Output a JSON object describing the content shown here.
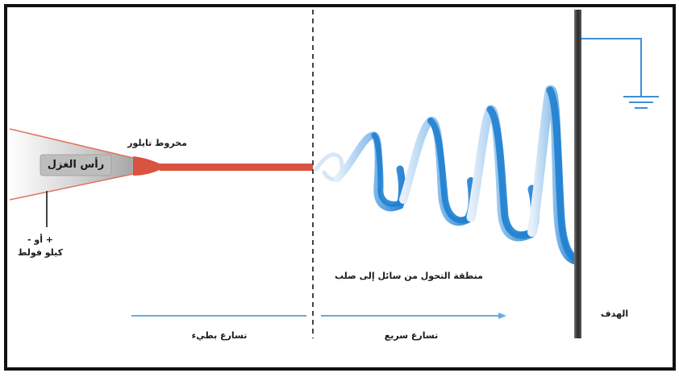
{
  "labels": {
    "spinneret_tip": "رأس الغزل",
    "taylor_cone": "مخروط تايلور",
    "voltage_line1": "+ أو -",
    "voltage_line2": "كيلو فولط",
    "transition_zone": "منطقة التحول من سائل إلى صلب",
    "target": "الهدف",
    "slow_acceleration": "تسارع بطيء",
    "fast_acceleration": "تسارع سريع"
  },
  "colors": {
    "jet": "#d9533f",
    "fiber_dark": "#1f7fd0",
    "fiber_light": "#cfe3f6",
    "arrow": "#6aa9e0",
    "ground_wire": "#3f8fd6",
    "target_plate": "#3a3a3a"
  }
}
